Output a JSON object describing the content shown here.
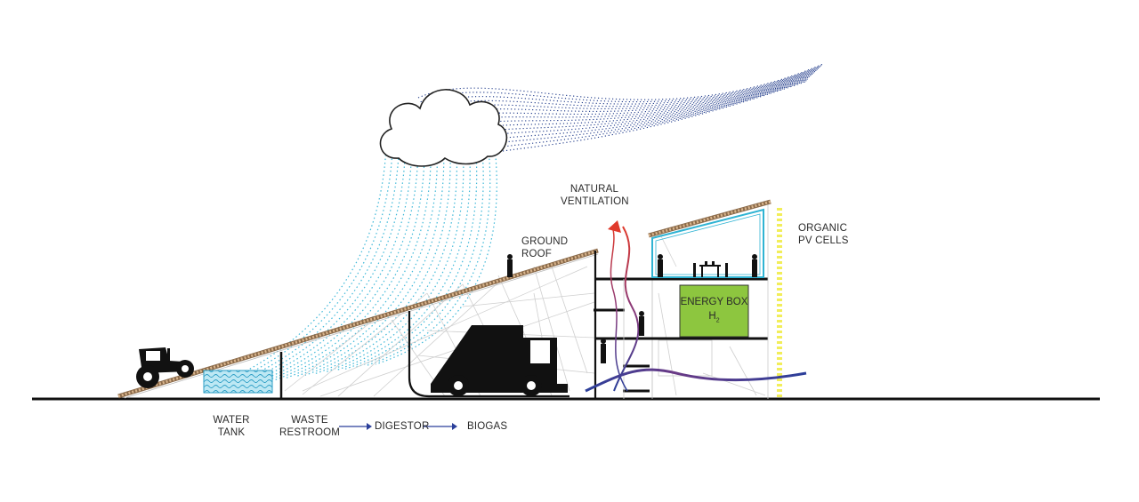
{
  "labels": {
    "natural_ventilation_line1": "NATURAL",
    "natural_ventilation_line2": "VENTILATION",
    "ground_roof_line1": "GROUND",
    "ground_roof_line2": "ROOF",
    "organic_pv_line1": "ORGANIC",
    "organic_pv_line2": "PV CELLS",
    "energy_box_line1": "ENERGY BOX",
    "energy_box_h": "H",
    "energy_box_sub": "2",
    "water_tank_line1": "WATER",
    "water_tank_line2": "TANK",
    "waste_line1": "WASTE",
    "waste_line2": "RESTROOM",
    "digestor": "DIGESTOR",
    "biogas": "BIOGAS"
  },
  "colors": {
    "rain": "#3fb8d8",
    "wind": "#1f3a8a",
    "roof": "#c8a07a",
    "energy_box": "#8dc63f",
    "pv_cells": "#f2ee5a",
    "glass_frame": "#2fb3d3",
    "ground": "#111111",
    "ventilation_warm": "#c0392b",
    "ventilation_cool": "#2b3f9a"
  }
}
